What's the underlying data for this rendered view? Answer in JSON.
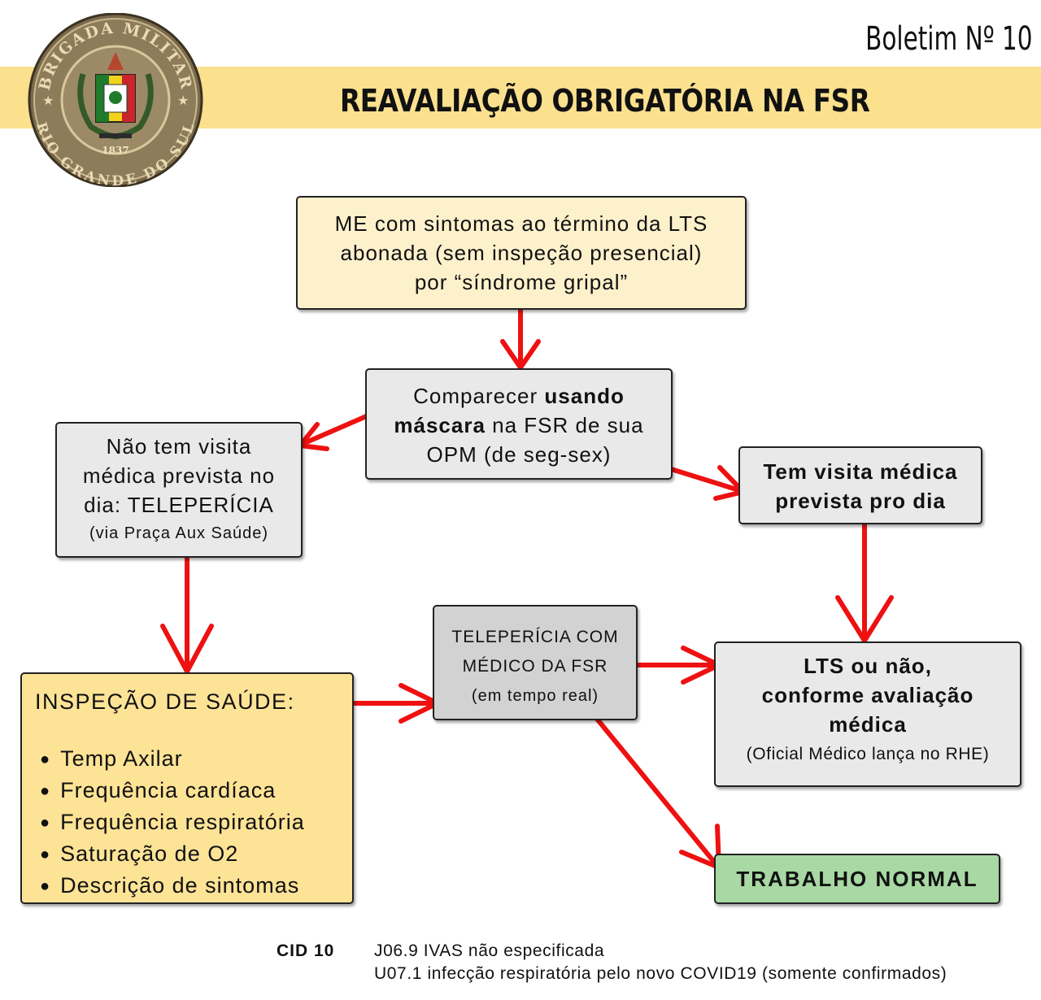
{
  "header": {
    "bulletin_no": "Boletim Nº 10",
    "title": "REAVALIAÇÃO OBRIGATÓRIA NA FSR",
    "banner_color": "#fbe08e"
  },
  "seal": {
    "top_text": "BRIGADA MILITAR",
    "bottom_text": "RIO GRANDE DO SUL",
    "year": "1837"
  },
  "boxes": {
    "start": {
      "line1": "ME com sintomas ao término da LTS",
      "line2": "abonada (sem inspeção presencial)",
      "line3": "por “síndrome gripal”"
    },
    "attend": {
      "text1": "Comparecer ",
      "bold1": "usando",
      "bold2": "máscara",
      "text2": " na FSR de sua",
      "line3": "OPM (de seg-sex)"
    },
    "no_visit": {
      "line1": "Não tem visita",
      "line2": "médica prevista no",
      "line3": "dia: TELEPERÍCIA",
      "note": "(via Praça Aux Saúde)"
    },
    "has_visit": {
      "line1": "Tem visita médica",
      "line2": "prevista pro dia"
    },
    "inspection": {
      "title": "INSPEÇÃO DE SAÚDE:",
      "items": [
        "Temp Axilar",
        "Frequência cardíaca",
        "Frequência respiratória",
        "Saturação de O2",
        "Descrição de sintomas"
      ]
    },
    "tele": {
      "line1": "TELEPERÍCIA COM",
      "line2": "MÉDICO DA FSR",
      "note": "(em tempo real)"
    },
    "lts": {
      "line1": "LTS ou não,",
      "line2": "conforme avaliação",
      "line3": "médica",
      "note": "(Oficial Médico lança no RHE)"
    },
    "normal": {
      "label": "TRABALHO NORMAL"
    }
  },
  "footer": {
    "label": "CID 10",
    "codes": [
      "J06.9 IVAS não especificada",
      "U07.1 infecção respiratória pelo novo COVID19 (somente confirmados)"
    ]
  },
  "colors": {
    "arrow": "#ee1111",
    "cream_box": "#fdf1cc",
    "grey_box": "#e9e9e9",
    "dark_grey_box": "#d2d2d2",
    "yellow_box": "#fde396",
    "green_box": "#a8d8a3"
  }
}
